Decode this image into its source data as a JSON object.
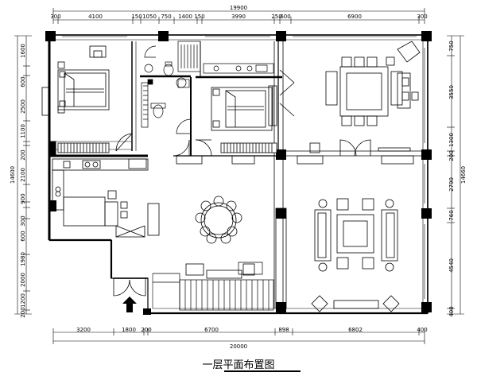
{
  "title": "一层平面布置图",
  "dims_top": {
    "total": "19900",
    "segments": [
      "300",
      "4100",
      "150",
      "1050",
      "750",
      "1400",
      "150",
      "3990",
      "250",
      "600",
      "6900",
      "300"
    ]
  },
  "dims_bottom": {
    "total": "20000",
    "segments": [
      "3200",
      "1800",
      "200",
      "6700",
      "898",
      "6802",
      "400"
    ]
  },
  "dims_left": {
    "total": "14600",
    "segments": [
      "1600",
      "600",
      "2500",
      "1100",
      "200",
      "2100",
      "900",
      "300",
      "600",
      "1980",
      "2000",
      "1200",
      "200"
    ]
  },
  "dims_right": {
    "total": "14660",
    "segments": [
      "750",
      "3550",
      "1300",
      "200",
      "2790",
      "760",
      "4540",
      "400"
    ]
  }
}
